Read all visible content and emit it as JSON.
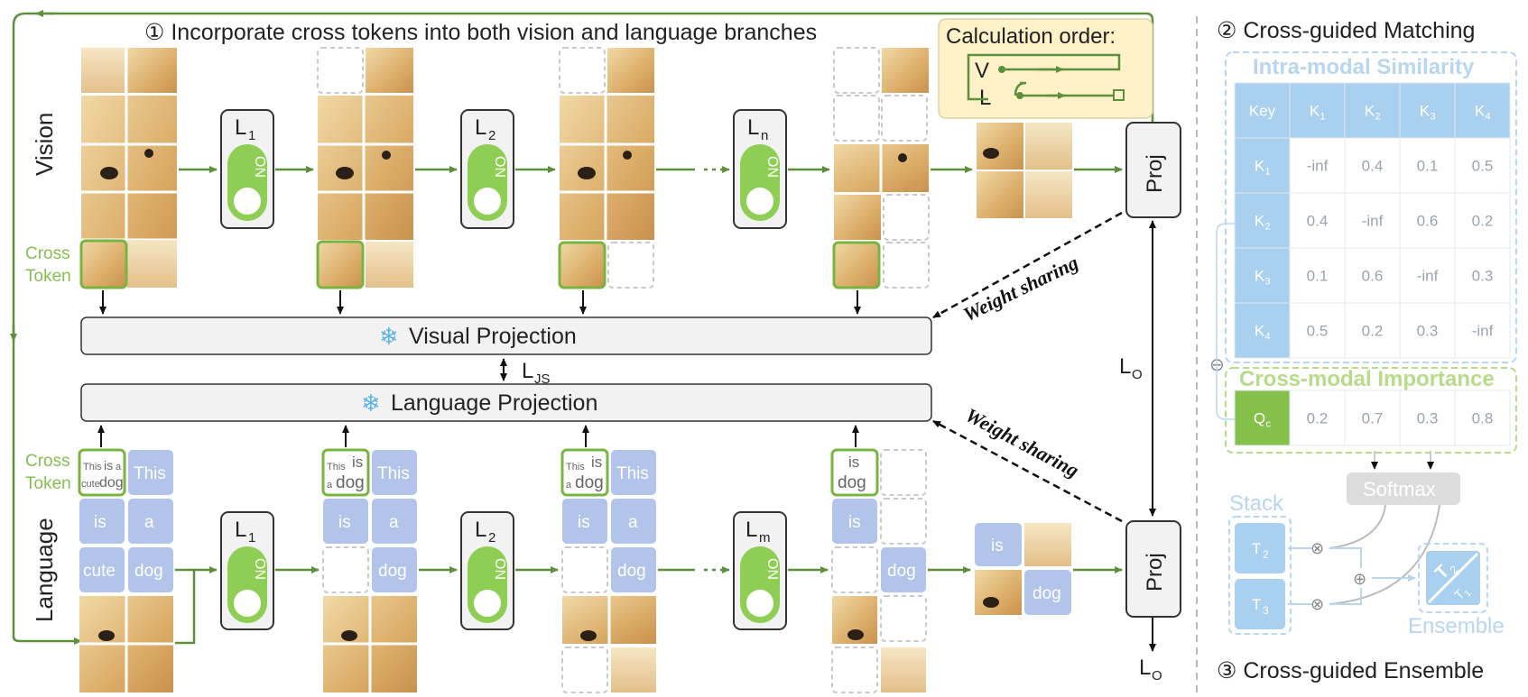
{
  "header": {
    "step1_title": "① Incorporate cross tokens into both vision and language branches",
    "step2_title": "② Cross-guided Matching",
    "step3_title": "③ Cross-guided Ensemble"
  },
  "calc_order": {
    "title": "Calculation order:",
    "v": "V",
    "l": "L"
  },
  "branches": {
    "vision": "Vision",
    "language": "Language"
  },
  "cross_token": {
    "line1": "Cross",
    "line2": "Token"
  },
  "layers": {
    "l1": "L",
    "l1_sub": "1",
    "l2": "L",
    "l2_sub": "2",
    "ln": "L",
    "ln_sub": "n",
    "lm": "L",
    "lm_sub": "m",
    "switch": "ON"
  },
  "proj": {
    "label": "Proj"
  },
  "projections": {
    "visual": "Visual Projection",
    "language": "Language Projection",
    "snowflake": "❄"
  },
  "weight_sharing": "Weight sharing",
  "losses": {
    "js": "L",
    "js_sub": "JS",
    "o": "L",
    "o_sub": "O"
  },
  "text_tokens": {
    "this": "This",
    "is": "is",
    "a": "a",
    "cute": "cute",
    "dog": "dog",
    "ct1_a": "This",
    "ct1_b": "is",
    "ct1_c": "a",
    "ct1_d": "cute",
    "ct1_e": "dog",
    "ct2_a": "This",
    "ct2_b": "is",
    "ct2_c": "a",
    "ct2_d": "dog",
    "ct4_a": "is",
    "ct4_b": "dog"
  },
  "matching": {
    "intra_title": "Intra-modal Similarity",
    "cross_title": "Cross-modal Importance",
    "key_header": "Key",
    "cols": [
      {
        "k": "K",
        "s": "1"
      },
      {
        "k": "K",
        "s": "2"
      },
      {
        "k": "K",
        "s": "3"
      },
      {
        "k": "K",
        "s": "4"
      }
    ],
    "rows": [
      {
        "k": "K",
        "s": "1",
        "vals": [
          "-inf",
          "0.4",
          "0.1",
          "0.5"
        ]
      },
      {
        "k": "K",
        "s": "2",
        "vals": [
          "0.4",
          "-inf",
          "0.6",
          "0.2"
        ]
      },
      {
        "k": "K",
        "s": "3",
        "vals": [
          "0.1",
          "0.6",
          "-inf",
          "0.3"
        ]
      },
      {
        "k": "K",
        "s": "4",
        "vals": [
          "0.5",
          "0.2",
          "0.3",
          "-inf"
        ]
      }
    ],
    "importance": {
      "k": "Q",
      "s": "c",
      "vals": [
        "0.2",
        "0.7",
        "0.3",
        "0.8"
      ]
    },
    "minus": "⊖"
  },
  "ensemble": {
    "softmax": "Softmax",
    "stack": "Stack",
    "t2": "T",
    "t2_sub": "2",
    "t3": "T",
    "t3_sub": "3",
    "times": "⊗",
    "plus": "⊕",
    "label": "Ensemble",
    "frac_top": "T",
    "frac_top_sub": "2",
    "frac_bot": "T",
    "frac_bot_sub": "1"
  },
  "colors": {
    "green": "#5d8f3c",
    "green_light": "#8fce55",
    "blue_token": "#b2c4ea",
    "blue_cell": "#a9d0ee",
    "cross_green": "#85c04b",
    "calc_bg": "#fff1c8"
  }
}
